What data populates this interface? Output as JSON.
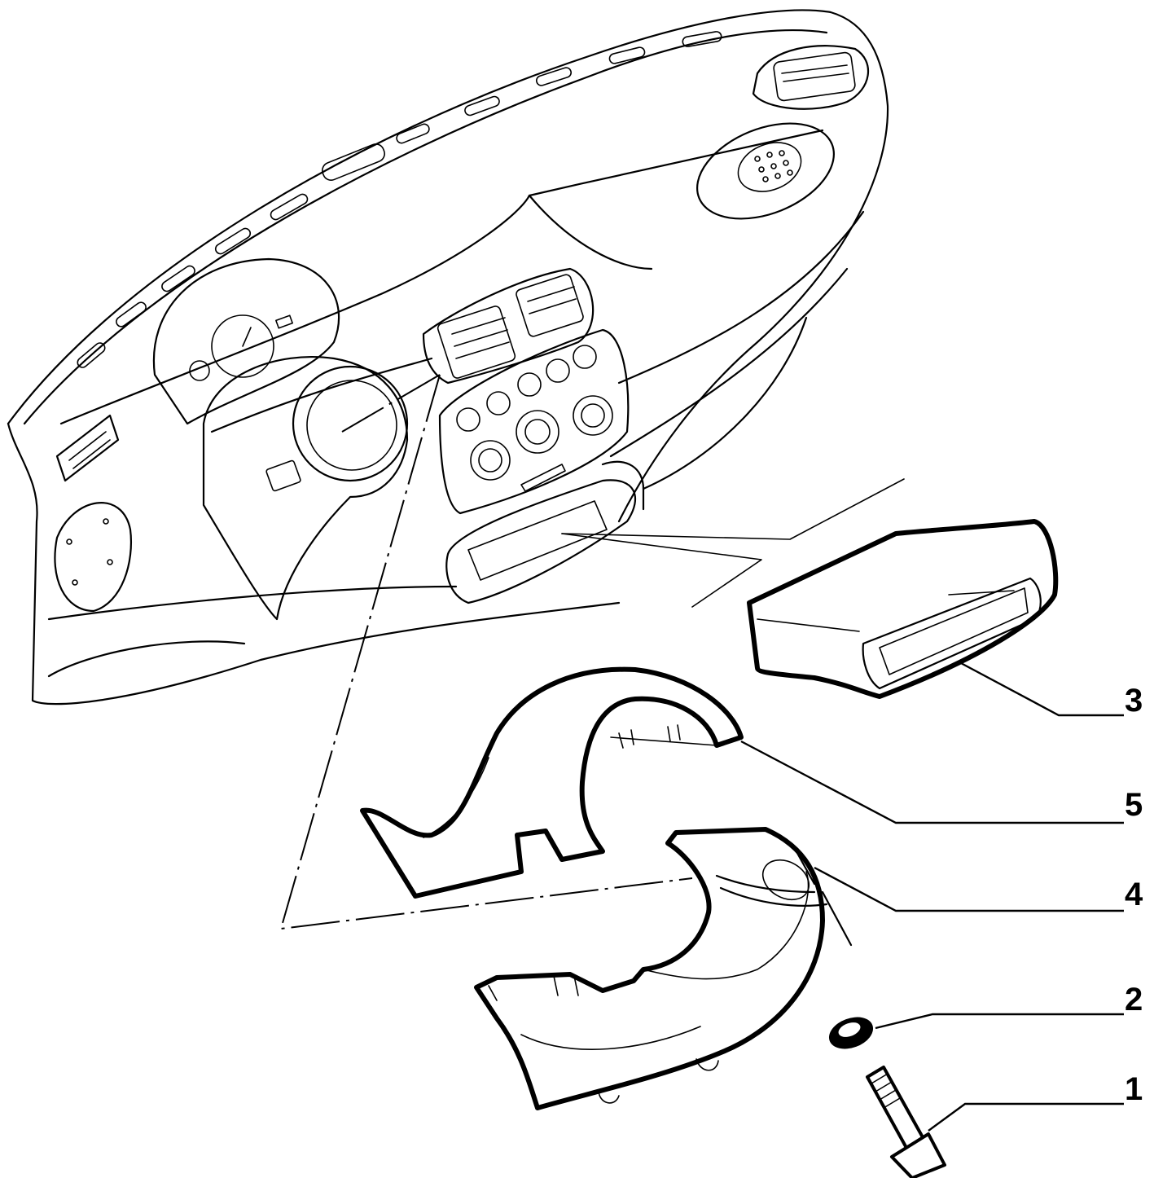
{
  "callouts": [
    {
      "id": "3",
      "label": "3"
    },
    {
      "id": "5",
      "label": "5"
    },
    {
      "id": "4",
      "label": "4"
    },
    {
      "id": "2",
      "label": "2"
    },
    {
      "id": "1",
      "label": "1"
    }
  ],
  "parts": [
    {
      "label": "3",
      "icon": "radio-pocket-icon"
    },
    {
      "label": "5",
      "icon": "upper-steering-shroud-icon"
    },
    {
      "label": "4",
      "icon": "lower-steering-shroud-icon"
    },
    {
      "label": "2",
      "icon": "washer-icon"
    },
    {
      "label": "1",
      "icon": "screw-icon"
    }
  ]
}
